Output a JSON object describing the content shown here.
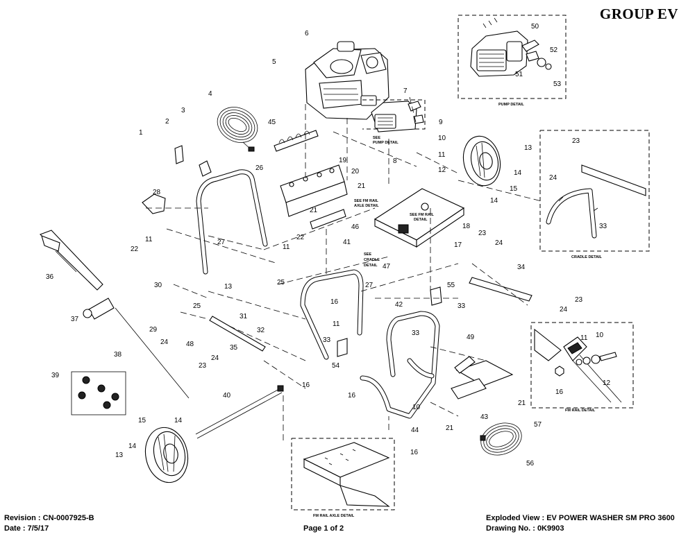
{
  "group_title": "GROUP EV",
  "footer": {
    "revision": "Revision : CN-0007925-B",
    "date": "Date : 7/5/17",
    "page": "Page 1 of 2",
    "view": "Exploded View : EV POWER WASHER SM PRO 3600",
    "drawing_no": "Drawing No. : 0K9903"
  },
  "detail_captions": {
    "pump": "PUMP DETAIL",
    "cradle": "CRADLE DETAIL",
    "fm_rail": "FM RAIL DETAIL",
    "fm_rail_axle": "FM RAIL AXLE DETAIL"
  },
  "see_notes": {
    "pump": [
      "SEE",
      "PUMP DETAIL"
    ],
    "fm_rail_axle": [
      "SEE FM RAIL",
      "AXLE DETAIL"
    ],
    "fm_rail": [
      "SEE FM RAIL",
      "DETAIL"
    ],
    "cradle": [
      "SEE",
      "CRADLE",
      "DETAIL"
    ]
  },
  "callouts": {
    "n1": "1",
    "n2": "2",
    "n3": "3",
    "n4": "4",
    "n5": "5",
    "n6": "6",
    "n7": "7",
    "n8": "8",
    "n9": "9",
    "n10a": "10",
    "n10b": "10",
    "n10c": "10",
    "n11a": "11",
    "n11b": "11",
    "n11c": "11",
    "n11d": "11",
    "n11e": "11",
    "n12a": "12",
    "n12b": "12",
    "n13a": "13",
    "n13b": "13",
    "n13c": "13",
    "n14a": "14",
    "n14b": "14",
    "n14c": "14",
    "n14d": "14",
    "n15a": "15",
    "n15b": "15",
    "n16a": "16",
    "n16b": "16",
    "n16c": "16",
    "n16d": "16",
    "n16e": "16",
    "n17": "17",
    "n18": "18",
    "n19": "19",
    "n20": "20",
    "n21a": "21",
    "n21b": "21",
    "n21c": "21",
    "n21d": "21",
    "n22a": "22",
    "n22b": "22",
    "n23a": "23",
    "n23b": "23",
    "n23c": "23",
    "n23d": "23",
    "n24a": "24",
    "n24b": "24",
    "n24c": "24",
    "n24d": "24",
    "n24e": "24",
    "n25a": "25",
    "n25b": "25",
    "n26": "26",
    "n27a": "27",
    "n27b": "27",
    "n28": "28",
    "n29": "29",
    "n30": "30",
    "n31": "31",
    "n32": "32",
    "n33a": "33",
    "n33b": "33",
    "n33c": "33",
    "n33d": "33",
    "n34": "34",
    "n35": "35",
    "n36": "36",
    "n37": "37",
    "n38": "38",
    "n39": "39",
    "n40": "40",
    "n41": "41",
    "n42": "42",
    "n43": "43",
    "n44": "44",
    "n45": "45",
    "n46": "46",
    "n47": "47",
    "n48": "48",
    "n49": "49",
    "n50": "50",
    "n51": "51",
    "n52": "52",
    "n53": "53",
    "n54": "54",
    "n55": "55",
    "n56": "56",
    "n57": "57"
  }
}
